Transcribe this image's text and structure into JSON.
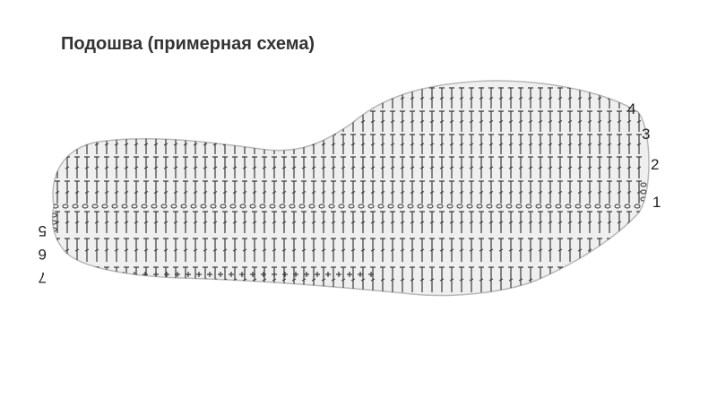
{
  "title": "Подошва (примерная схема)",
  "row_labels_right": [
    "1",
    "2",
    "3",
    "4"
  ],
  "row_labels_left": [
    "5",
    "6",
    "7"
  ],
  "colors": {
    "sole_fill": "#efefef",
    "sole_outline": "#b8b8b8",
    "stitch": "#3a3a3a",
    "text": "#222222"
  },
  "stitch_symbols": [
    "chain-oval",
    "double-crochet",
    "single-crochet"
  ]
}
